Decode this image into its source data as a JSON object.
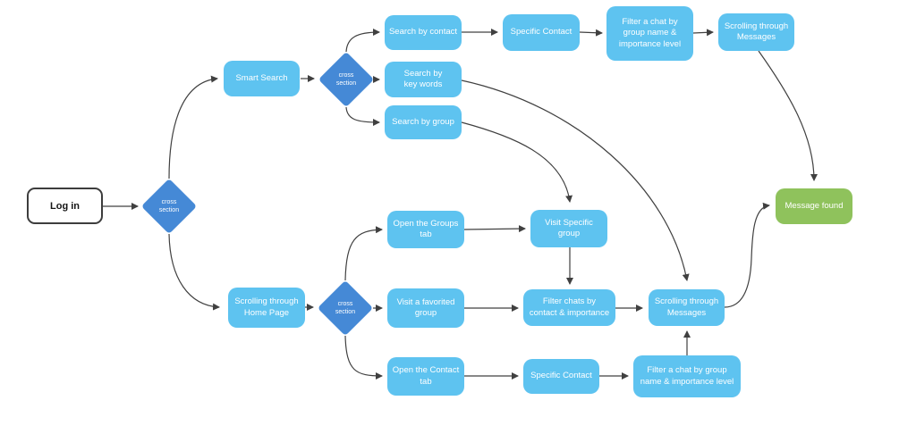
{
  "colors": {
    "process_fill": "#5EC3F0",
    "decision_fill": "#4589D6",
    "success_fill": "#8FC25C",
    "connector": "#404040",
    "start_fill": "#FFFFFF",
    "start_border": "#3D3D3D",
    "node_text": "#FFFFFF",
    "start_text": "#151515"
  },
  "diagram": {
    "nodes": {
      "login": {
        "label": "Log in"
      },
      "cross_section_1": {
        "label": "cross\nsection"
      },
      "smart_search": {
        "label": "Smart Search"
      },
      "cross_section_2": {
        "label": "cross\nsection"
      },
      "search_by_contact": {
        "label": "Search by contact"
      },
      "search_by_key_words": {
        "label": "Search by\nkey words"
      },
      "search_by_group": {
        "label": "Search by group"
      },
      "specific_contact_top": {
        "label": "Specific Contact"
      },
      "filter_chat_top": {
        "label": "Filter a chat by\ngroup name &\nimportance level"
      },
      "scrolling_messages_top": {
        "label": "Scrolling  through\nMessages"
      },
      "message_found": {
        "label": "Message found"
      },
      "scrolling_home_page": {
        "label": "Scrolling through\nHome Page"
      },
      "cross_section_3": {
        "label": "cross\nsection"
      },
      "open_groups_tab": {
        "label": "Open the Groups\ntab"
      },
      "visit_specific_group": {
        "label": "Visit Specific\ngroup"
      },
      "visit_favorited_group": {
        "label": "Visit a favorited\ngroup"
      },
      "filter_chats_mid": {
        "label": "Filter chats by\ncontact & importance"
      },
      "scrolling_messages_bottom": {
        "label": "Scrolling through\nMessages"
      },
      "open_contact_tab": {
        "label": "Open the Contact\ntab"
      },
      "specific_contact_bottom": {
        "label": "Specific Contact"
      },
      "filter_chat_bottom": {
        "label": "Filter a chat by group\nname & importance level"
      }
    },
    "edges": [
      {
        "from": "login",
        "to": "cross_section_1"
      },
      {
        "from": "cross_section_1",
        "to": "smart_search"
      },
      {
        "from": "cross_section_1",
        "to": "scrolling_home_page"
      },
      {
        "from": "smart_search",
        "to": "cross_section_2"
      },
      {
        "from": "cross_section_2",
        "to": "search_by_contact"
      },
      {
        "from": "cross_section_2",
        "to": "search_by_key_words"
      },
      {
        "from": "cross_section_2",
        "to": "search_by_group"
      },
      {
        "from": "search_by_contact",
        "to": "specific_contact_top"
      },
      {
        "from": "specific_contact_top",
        "to": "filter_chat_top"
      },
      {
        "from": "filter_chat_top",
        "to": "scrolling_messages_top"
      },
      {
        "from": "scrolling_messages_top",
        "to": "message_found"
      },
      {
        "from": "search_by_key_words",
        "to": "scrolling_messages_bottom"
      },
      {
        "from": "search_by_group",
        "to": "visit_specific_group"
      },
      {
        "from": "scrolling_home_page",
        "to": "cross_section_3"
      },
      {
        "from": "cross_section_3",
        "to": "open_groups_tab"
      },
      {
        "from": "cross_section_3",
        "to": "visit_favorited_group"
      },
      {
        "from": "cross_section_3",
        "to": "open_contact_tab"
      },
      {
        "from": "open_groups_tab",
        "to": "visit_specific_group"
      },
      {
        "from": "visit_specific_group",
        "to": "filter_chats_mid"
      },
      {
        "from": "visit_favorited_group",
        "to": "filter_chats_mid"
      },
      {
        "from": "filter_chats_mid",
        "to": "scrolling_messages_bottom"
      },
      {
        "from": "open_contact_tab",
        "to": "specific_contact_bottom"
      },
      {
        "from": "specific_contact_bottom",
        "to": "filter_chat_bottom"
      },
      {
        "from": "filter_chat_bottom",
        "to": "scrolling_messages_bottom"
      },
      {
        "from": "scrolling_messages_bottom",
        "to": "message_found"
      }
    ]
  }
}
